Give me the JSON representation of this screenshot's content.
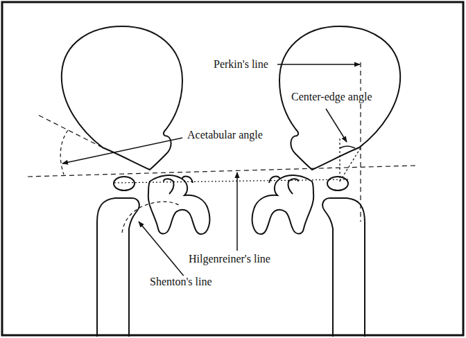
{
  "diagram": {
    "labels": [
      "Perkin's line",
      "Center-edge angle",
      "Acetabular angle",
      "Hilgenreiner's line",
      "Shenton's line"
    ]
  }
}
